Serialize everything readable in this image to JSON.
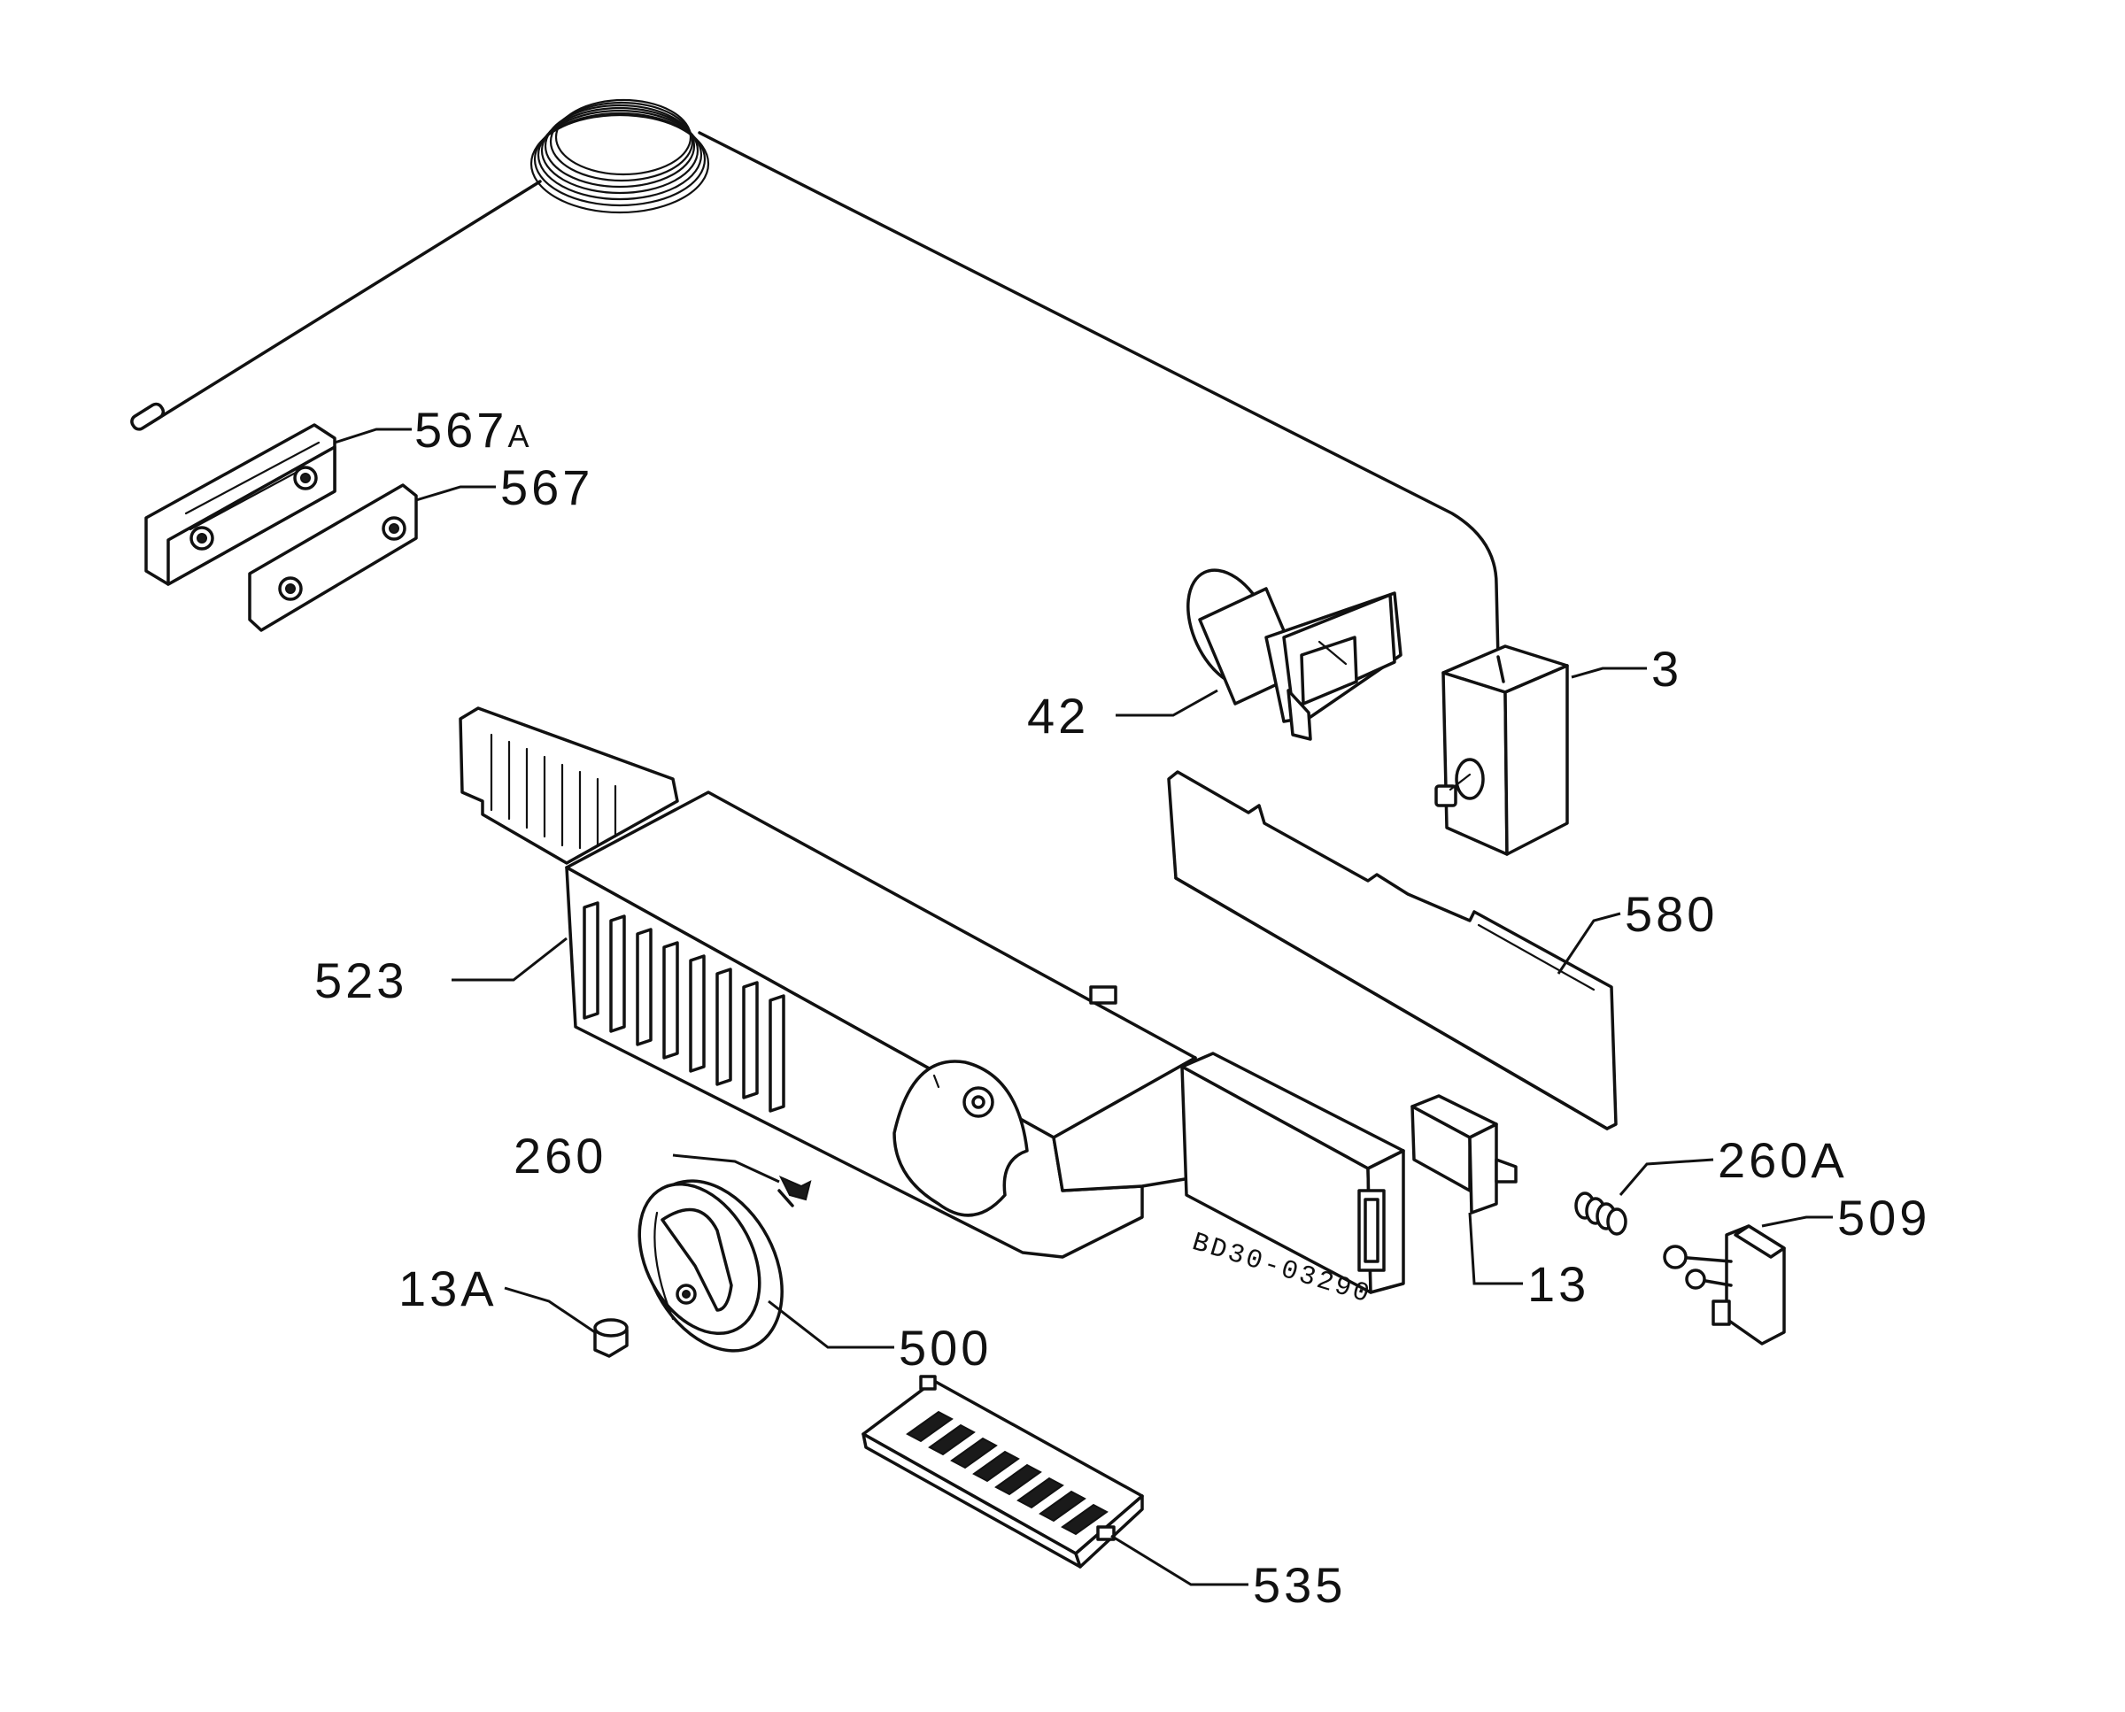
{
  "labels": {
    "p567a": "567",
    "p567a_suffix": "A",
    "p567": "567",
    "p42": "42",
    "p3": "3",
    "p580": "580",
    "p523": "523",
    "p260": "260",
    "p260a": "260A",
    "p509": "509",
    "p13": "13",
    "p13a": "13A",
    "p500": "500",
    "p535": "535"
  },
  "drawing_code": "BD30-03290",
  "colors": {
    "ink": "#111111",
    "paper": "#ffffff"
  }
}
